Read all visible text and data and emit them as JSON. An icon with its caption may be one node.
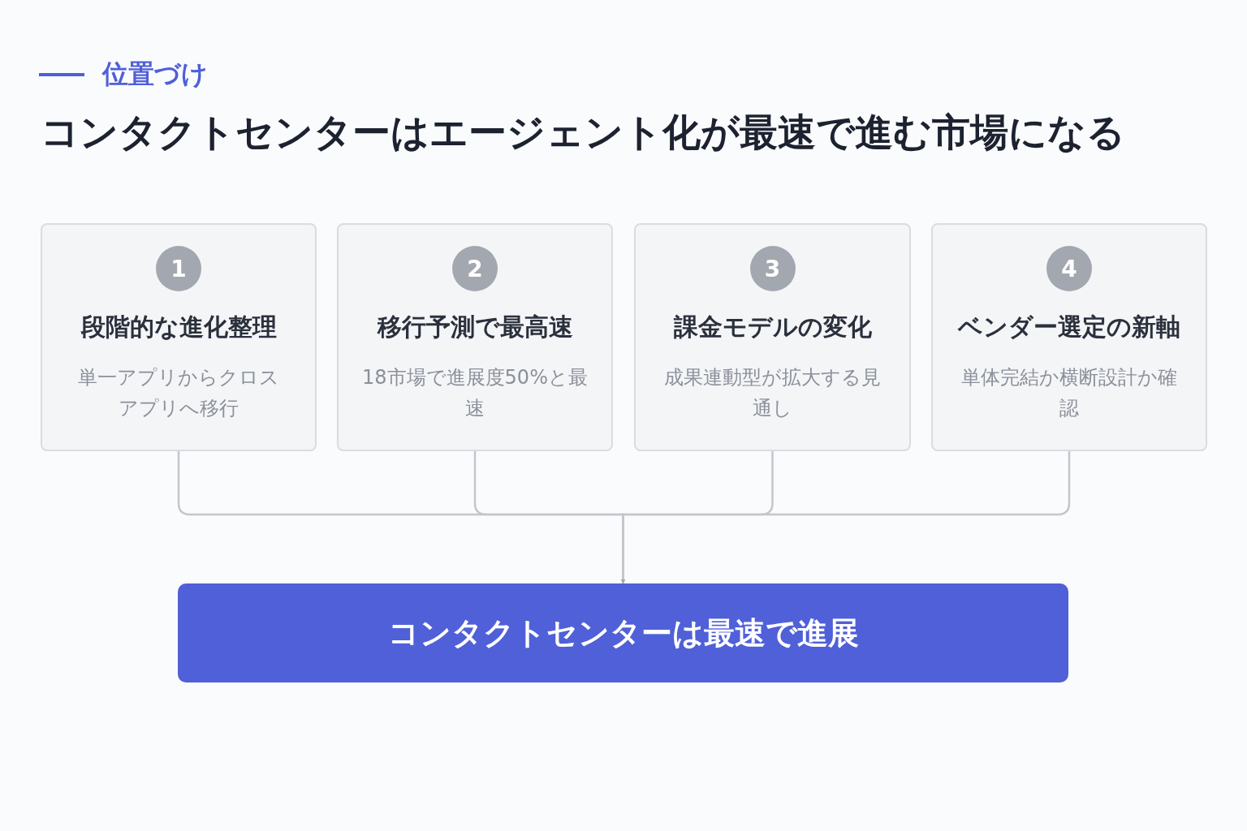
{
  "diagram": {
    "title": "コンタクトセンターはエージェント化が最速で進む市場になる",
    "nodes": [
      {
        "text": [
          "1",
          "段階的な進化整理",
          "単一アプリからクロスアプリへ移行"
        ]
      },
      {
        "text": [
          "2",
          "移行予測で最高速",
          "18市場で進展度50%と最速"
        ]
      },
      {
        "text": [
          "3",
          "課金モデルの変化",
          "成果連動型が拡大する見通し"
        ]
      },
      {
        "text": [
          "4",
          "ベンダー選定の新軸",
          "単体完結か横断設計か確認"
        ]
      },
      {
        "text": [
          "コンタクトセンターは最速で進展"
        ]
      }
    ],
    "edges": [
      {
        "from": 0,
        "to": 4,
        "arrow": "to"
      },
      {
        "from": 1,
        "to": 4,
        "arrow": "to"
      },
      {
        "from": 2,
        "to": 4,
        "arrow": "to"
      },
      {
        "from": 3,
        "to": 4,
        "arrow": "to"
      }
    ],
    "labels": [
      "位置づけ"
    ]
  }
}
